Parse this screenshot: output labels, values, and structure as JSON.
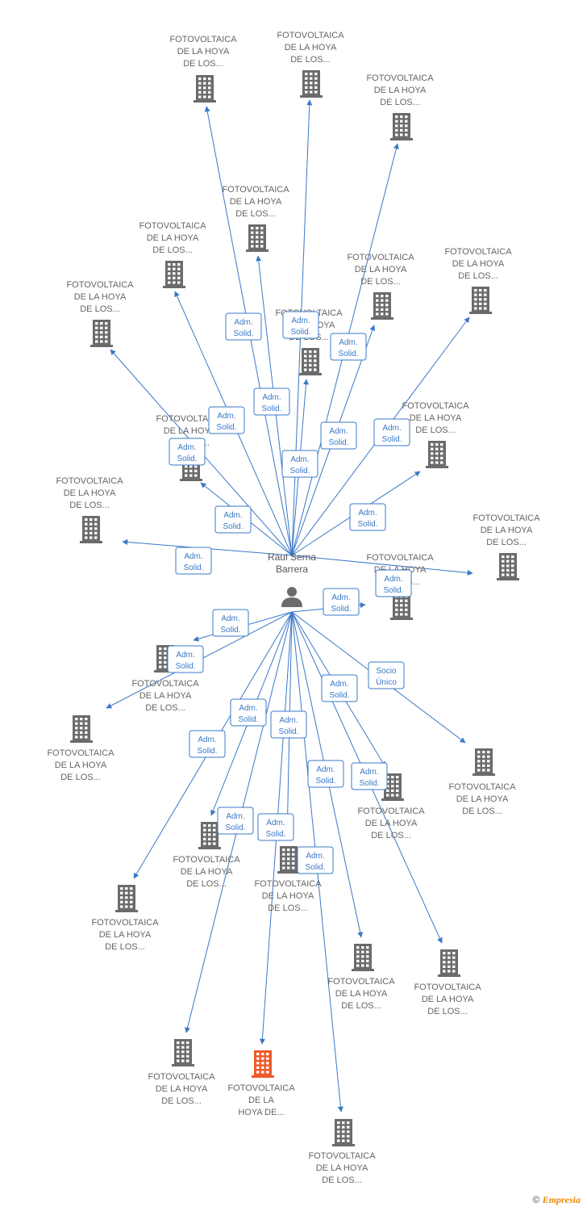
{
  "center": {
    "name_line1": "Raul Serna",
    "name_line2": "Barrera"
  },
  "colors": {
    "edge": "#3a78c8",
    "building": "#6b6b6b",
    "highlight": "#f05a28"
  },
  "edge_label_adm": [
    "Adm.",
    "Solid."
  ],
  "edge_label_socio": [
    "Socio",
    "Único"
  ],
  "company_label": [
    "FOTOVOLTAICA",
    "DE LA HOYA",
    "DE LOS..."
  ],
  "highlight_label": [
    "FOTOVOLTAICA",
    "DE LA",
    "HOYA DE..."
  ],
  "footer": {
    "copyright": "©",
    "brand": "Empresia"
  }
}
